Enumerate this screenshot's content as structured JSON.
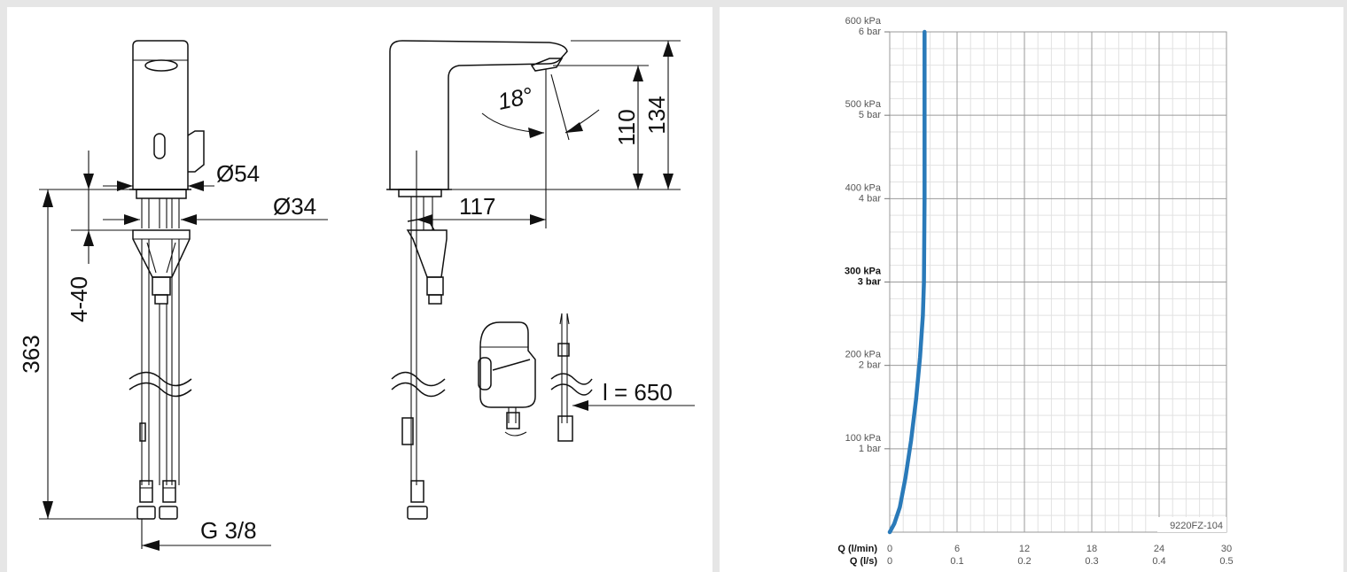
{
  "drawing": {
    "dims": {
      "d54": "Ø54",
      "d34": "Ø34",
      "h363": "363",
      "h4_40": "4-40",
      "thread": "G 3/8",
      "reach117": "117",
      "h110": "110",
      "h134": "134",
      "angle": "18°",
      "cable": "l = 650"
    }
  },
  "chart_data": {
    "type": "line",
    "ylabels": [
      {
        "kpa": "600 kPa",
        "bar": "6 bar"
      },
      {
        "kpa": "500 kPa",
        "bar": "5 bar"
      },
      {
        "kpa": "400 kPa",
        "bar": "4 bar"
      },
      {
        "kpa": "300 kPa",
        "bar": "3 bar"
      },
      {
        "kpa": "200 kPa",
        "bar": "2 bar"
      },
      {
        "kpa": "100 kPa",
        "bar": "1 bar"
      }
    ],
    "highlight_ylabel_index": 3,
    "xlabel_lmin": "Q (l/min)",
    "xlabel_ls": "Q (l/s)",
    "xticks_lmin": [
      "0",
      "6",
      "12",
      "18",
      "24",
      "30"
    ],
    "xticks_ls": [
      "0",
      "0.1",
      "0.2",
      "0.3",
      "0.4",
      "0.5"
    ],
    "xlim": [
      0,
      30
    ],
    "ylim": [
      0,
      600
    ],
    "series": [
      {
        "color": "#2a7ab9",
        "x": [
          0,
          0.4,
          0.9,
          1.4,
          1.9,
          2.35,
          2.7,
          2.95,
          3.05,
          3.1,
          3.1
        ],
        "y": [
          0,
          10,
          30,
          65,
          110,
          160,
          210,
          260,
          300,
          400,
          600
        ]
      }
    ],
    "code": "9220FZ-104"
  }
}
